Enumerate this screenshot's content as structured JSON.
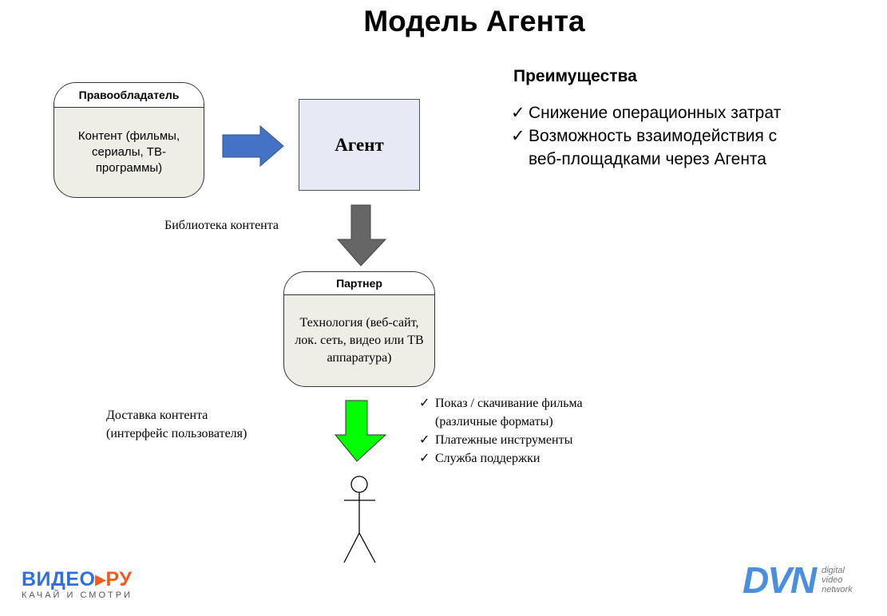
{
  "title": "Модель Агента",
  "rightsholder": {
    "header": "Правообладатель",
    "body": "Контент (фильмы, сериалы, ТВ-программы)"
  },
  "agent": {
    "label": "Агент"
  },
  "library_label": "Библиотека контента",
  "partner": {
    "header": "Партнер",
    "body": "Технология (веб-сайт, лок. сеть, видео или ТВ аппаратура)"
  },
  "delivery": {
    "line1": "Доставка контента",
    "line2": "(интерфейс пользователя)"
  },
  "features": [
    "Показ / скачивание фильма",
    "(различные форматы)",
    "Платежные инструменты",
    "Служба поддержки"
  ],
  "advantages": {
    "heading": "Преимущества",
    "items": [
      "Снижение операционных затрат",
      "Возможность взаимодействия с",
      "веб-площадками через Агента"
    ]
  },
  "check_glyph": "✓",
  "logos": {
    "videoru": {
      "name": "ВИДЕО·РУ",
      "tagline": "КАЧАЙ И СМОТРИ"
    },
    "dvn": {
      "name": "DVN",
      "tagline": "digital video network"
    }
  },
  "colors": {
    "blue_arrow": "#4472c4",
    "gray_arrow": "#666666",
    "green_arrow": "#00ff00",
    "agent_fill": "#e6eaf5",
    "box_fill": "#eeeee4"
  }
}
